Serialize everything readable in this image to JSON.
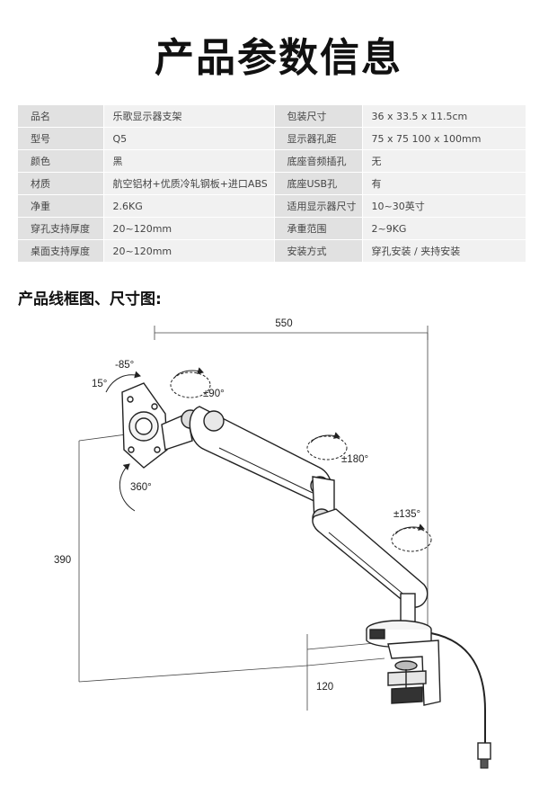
{
  "title": "产品参数信息",
  "specs": [
    {
      "k1": "品名",
      "v1": "乐歌显示器支架",
      "k2": "包装尺寸",
      "v2": "36 x 33.5 x 11.5cm"
    },
    {
      "k1": "型号",
      "v1": "Q5",
      "k2": "显示器孔距",
      "v2": "75 x 75    100 x 100mm"
    },
    {
      "k1": "颜色",
      "v1": "黑",
      "k2": "底座音频插孔",
      "v2": "无"
    },
    {
      "k1": "材质",
      "v1": "航空铝材+优质冷轧钢板+进口ABS",
      "k2": "底座USB孔",
      "v2": "有"
    },
    {
      "k1": "净重",
      "v1": "2.6KG",
      "k2": "适用显示器尺寸",
      "v2": "10~30英寸"
    },
    {
      "k1": "穿孔支持厚度",
      "v1": "20~120mm",
      "k2": "承重范围",
      "v2": "2~9KG"
    },
    {
      "k1": "桌面支持厚度",
      "v1": "20~120mm",
      "k2": "安装方式",
      "v2": "穿孔安装 / 夹持安装"
    }
  ],
  "section_title": "产品线框图、尺寸图:",
  "diagram": {
    "dim_width": "550",
    "dim_height": "390",
    "dim_clamp": "120",
    "tilt_up": "-85°",
    "tilt_down": "15°",
    "swivel_head": "±90°",
    "rotate_screen": "360°",
    "swivel_mid": "±180°",
    "swivel_base": "±135°"
  }
}
